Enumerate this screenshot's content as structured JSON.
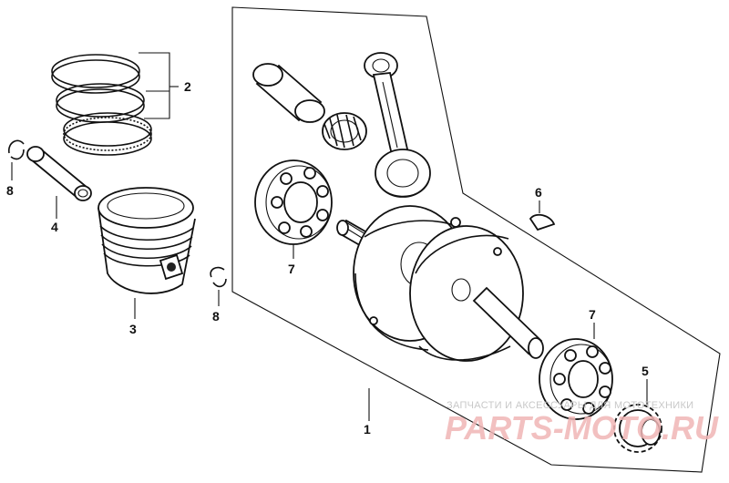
{
  "callouts": [
    {
      "id": "1",
      "part": "crankshaft"
    },
    {
      "id": "2",
      "part": "piston-ring-set"
    },
    {
      "id": "3",
      "part": "piston"
    },
    {
      "id": "4",
      "part": "piston-pin"
    },
    {
      "id": "5",
      "part": "timing-sprocket"
    },
    {
      "id": "6",
      "part": "woodruff-key"
    },
    {
      "id": "7",
      "part": "ball-bearing"
    },
    {
      "id": "8",
      "part": "piston-pin-clip"
    }
  ],
  "labels": {
    "ring_set": "2",
    "piston": "3",
    "pin": "4",
    "clip_left": "8",
    "clip_right": "8",
    "bearing_left": "7",
    "bearing_right": "7",
    "key": "6",
    "sprocket": "5",
    "crankshaft": "1"
  },
  "watermark": {
    "tagline": "ЗАПЧАСТИ И АКСЕССУАРЫ ДЛЯ МОТОТЕХНИКИ",
    "brand": "PARTS-MOTO.RU"
  }
}
